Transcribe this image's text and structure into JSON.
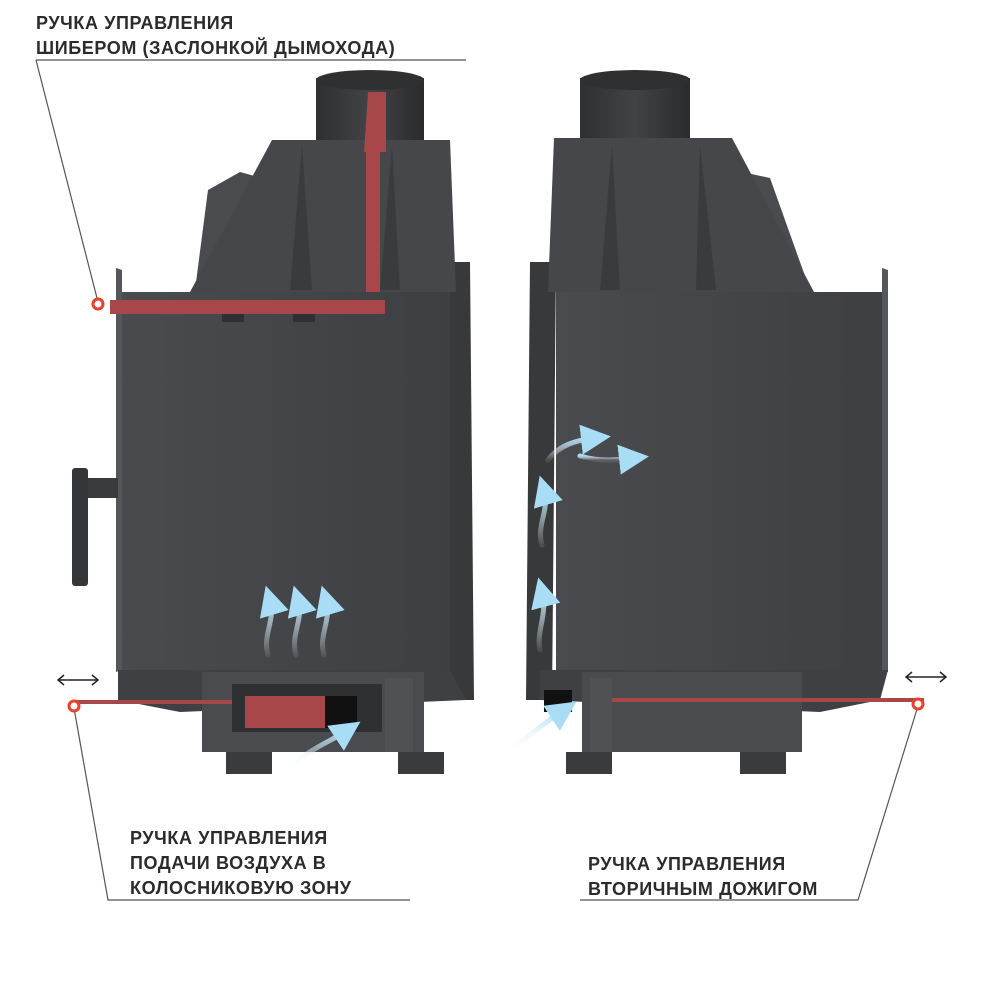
{
  "labels": {
    "damper": {
      "line1": "РУЧКА УПРАВЛЕНИЯ",
      "line2": "ШИБЕРОМ (ЗАСЛОНКОЙ ДЫМОХОДА)"
    },
    "primary_air": {
      "line1": "РУЧКА УПРАВЛЕНИЯ",
      "line2": "ПОДАЧИ ВОЗДУХА В",
      "line3": "КОЛОСНИКОВУЮ ЗОНУ"
    },
    "secondary_air": {
      "line1": "РУЧКА УПРАВЛЕНИЯ",
      "line2": "ВТОРИЧНЫМ ДОЖИГОМ"
    }
  },
  "colors": {
    "steel_dark": "#3a3b3d",
    "steel_mid": "#4b4c4f",
    "steel_light": "#5a5b5e",
    "control_red": "#a8474a",
    "handle_marker": "#e8402a",
    "airflow": "#a9dcf5",
    "leader_line": "#555555"
  },
  "icons": [
    "double-arrow-icon",
    "airflow-arrow-icon",
    "handle-marker-icon"
  ]
}
